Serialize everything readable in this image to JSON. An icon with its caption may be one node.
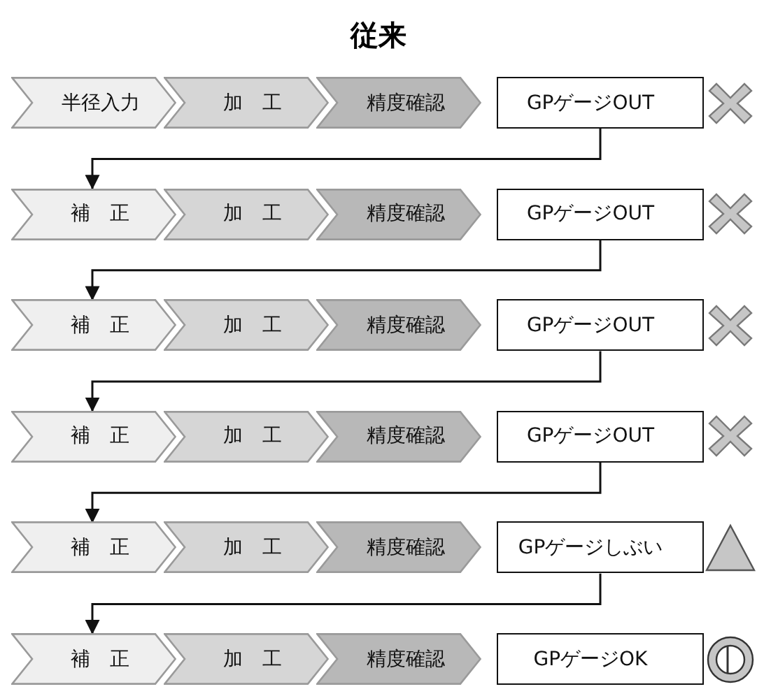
{
  "diagram": {
    "title": "従来",
    "nodes": [
      {
        "text": [
          "半径入力"
        ]
      },
      {
        "text": [
          "加　工"
        ]
      },
      {
        "text": [
          "精度確認"
        ]
      },
      {
        "text": [
          "GPゲージOUT"
        ]
      },
      {
        "text": [],
        "shape": "cross"
      },
      {
        "text": [
          "補　正"
        ]
      },
      {
        "text": [
          "加　工"
        ]
      },
      {
        "text": [
          "精度確認"
        ]
      },
      {
        "text": [
          "GPゲージOUT"
        ]
      },
      {
        "text": [],
        "shape": "cross"
      },
      {
        "text": [
          "補　正"
        ]
      },
      {
        "text": [
          "加　工"
        ]
      },
      {
        "text": [
          "精度確認"
        ]
      },
      {
        "text": [
          "GPゲージOUT"
        ]
      },
      {
        "text": [],
        "shape": "cross"
      },
      {
        "text": [
          "補　正"
        ]
      },
      {
        "text": [
          "加　工"
        ]
      },
      {
        "text": [
          "精度確認"
        ]
      },
      {
        "text": [
          "GPゲージOUT"
        ]
      },
      {
        "text": [],
        "shape": "cross"
      },
      {
        "text": [
          "補　正"
        ]
      },
      {
        "text": [
          "加　工"
        ]
      },
      {
        "text": [
          "精度確認"
        ]
      },
      {
        "text": [
          "GPゲージしぶい"
        ]
      },
      {
        "text": [],
        "shape": "triangle"
      },
      {
        "text": [
          "補　正"
        ]
      },
      {
        "text": [
          "加　工"
        ]
      },
      {
        "text": [
          "精度確認"
        ]
      },
      {
        "text": [
          "GPゲージOK"
        ]
      },
      {
        "text": [],
        "shape": "circle"
      }
    ],
    "edges": [
      {
        "from": 3,
        "to": 5,
        "arrow": "to"
      },
      {
        "from": 8,
        "to": 10,
        "arrow": "to"
      },
      {
        "from": 13,
        "to": 15,
        "arrow": "to"
      },
      {
        "from": 18,
        "to": 20,
        "arrow": "to"
      },
      {
        "from": 23,
        "to": 25,
        "arrow": "to"
      }
    ]
  }
}
